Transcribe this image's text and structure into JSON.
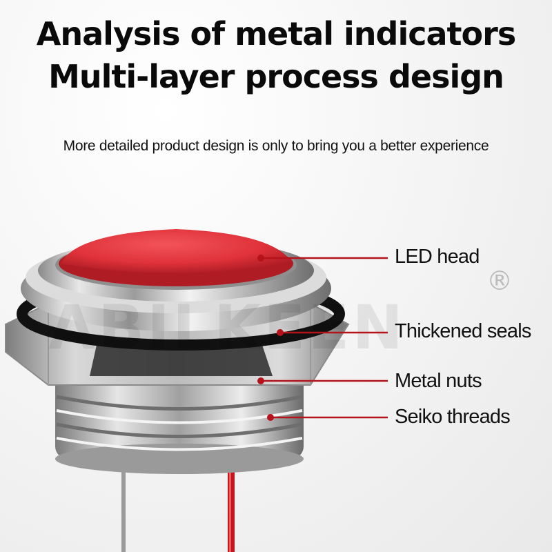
{
  "heading": {
    "line1": "Analysis of metal indicators",
    "line2": "Multi-layer process design"
  },
  "subheading": "More detailed product design is only to bring you a better experience",
  "callouts": [
    {
      "label": "LED head"
    },
    {
      "label": "Thickened seals"
    },
    {
      "label": "Metal nuts"
    },
    {
      "label": "Seiko threads"
    }
  ],
  "watermark": {
    "text": "ABILKEEN",
    "registered_mark": "®"
  },
  "colors": {
    "led_red": "#e0323a",
    "callout_line": "#b5121b",
    "metal": "#c9c9c9",
    "seal": "#111111"
  }
}
